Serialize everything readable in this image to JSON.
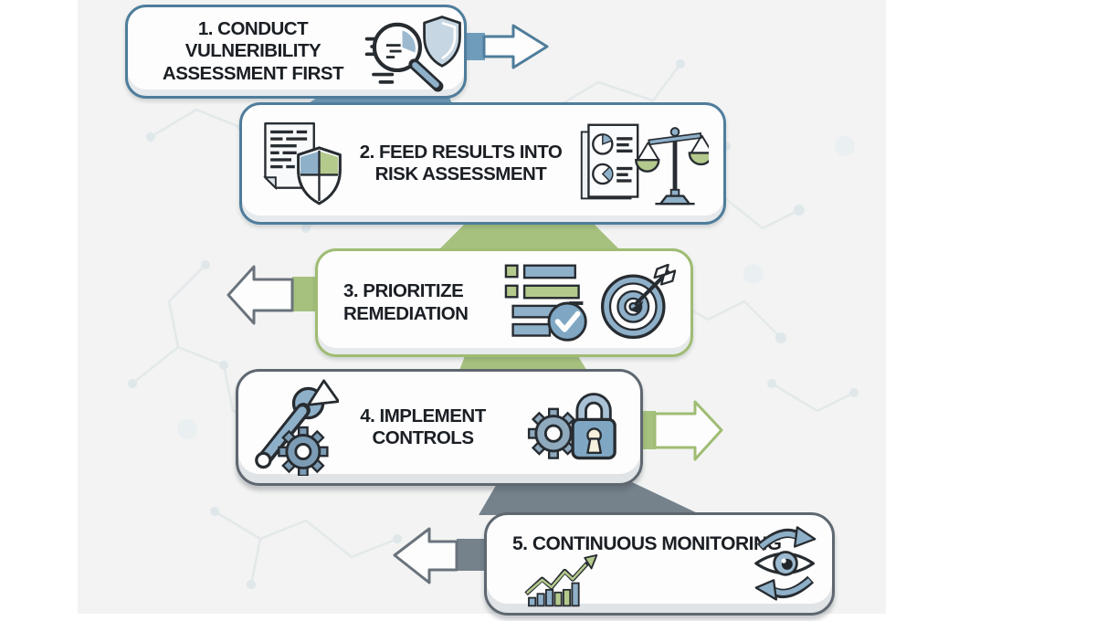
{
  "diagram": {
    "type": "process-flow",
    "steps": [
      {
        "id": 1,
        "label": "1. CONDUCT VULNERIBILITY\nASSESSMENT FIRST",
        "icons": [
          "magnifier-shield-icon"
        ]
      },
      {
        "id": 2,
        "label": "2. FEED RESULTS INTO\nRISK ASSESSMENT",
        "icons": [
          "document-shield-icon",
          "report-balance-scale-icon"
        ]
      },
      {
        "id": 3,
        "label": "3. PRIORITIZE\nREMEDIATION",
        "icons": [
          "checklist-checkmark-icon",
          "target-arrow-icon"
        ]
      },
      {
        "id": 4,
        "label": "4. IMPLEMENT\nCONTROLS",
        "icons": [
          "wrench-gear-icon",
          "gear-padlock-icon"
        ]
      },
      {
        "id": 5,
        "label": "5. CONTINUOUS MONITORING",
        "icons": [
          "growth-chart-icon",
          "eye-refresh-icon"
        ]
      }
    ],
    "connectors": [
      {
        "from": 1,
        "to": 2,
        "color": "#6f9cbb"
      },
      {
        "from": 2,
        "to": 3,
        "color": "#a5c17d"
      },
      {
        "from": 3,
        "to": 4,
        "color": "#a5c17d"
      },
      {
        "from": 4,
        "to": 5,
        "color": "#75818b"
      }
    ],
    "side_arrows": [
      {
        "step": 1,
        "direction": "right",
        "outline": "#4f7d9b",
        "stub": "#6f9cbb"
      },
      {
        "step": 3,
        "direction": "left",
        "outline": "#6a737c",
        "stub": "#a5c17d"
      },
      {
        "step": 4,
        "direction": "right",
        "outline": "#9fbc73",
        "stub": "#a5c17d"
      },
      {
        "step": 5,
        "direction": "left",
        "outline": "#6a737c",
        "stub": "#75818b"
      }
    ],
    "palette": {
      "blue": "#6f9cbb",
      "blue_border": "#4f7d9b",
      "icon_blue": "#8fb0c9",
      "green": "#a5c17d",
      "green_border": "#9fbc73",
      "icon_green": "#b4c98c",
      "slate": "#75818b",
      "slate_border": "#5f6770",
      "ink": "#1b1f24",
      "panel_bg": "#f2f3f2",
      "card_bg": "#fdfdfe"
    }
  }
}
